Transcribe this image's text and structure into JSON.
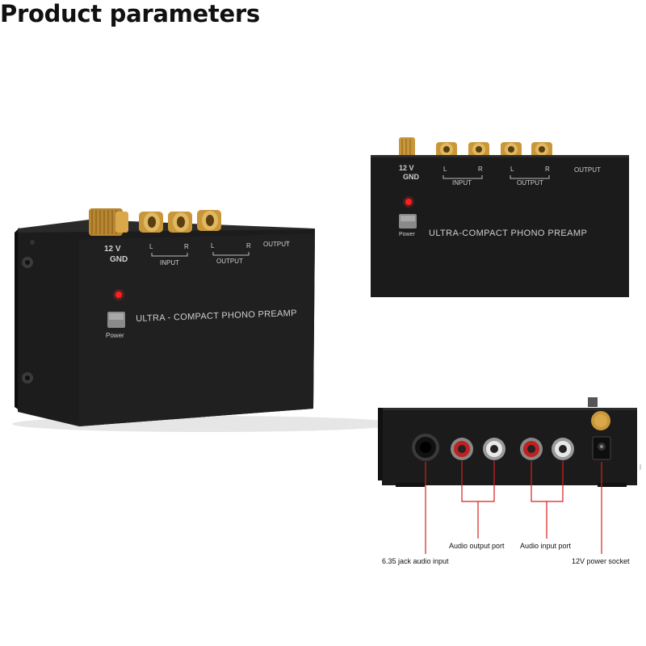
{
  "heading": "Product parameters",
  "device": {
    "brand_label": "ULTRA - COMPACT PHONO PREAMP",
    "brand_label_small": "ULTRA-COMPACT PHONO PREAMP",
    "power_label": "Power",
    "voltage_label": "12 V",
    "gnd_label": "GND",
    "left_label": "L",
    "right_label": "R",
    "input_label": "INPUT",
    "output_label": "OUTPUT",
    "output_jack_label": "OUTPUT"
  },
  "callouts": {
    "jack_input": "6.35 jack audio input",
    "audio_output": "Audio output port",
    "audio_input": "Audio input port",
    "power_socket": "12V power socket"
  },
  "colors": {
    "body": "#1a1a1a",
    "gold": "#c9973a",
    "callout_line": "#d42020",
    "led": "#ff2020"
  }
}
